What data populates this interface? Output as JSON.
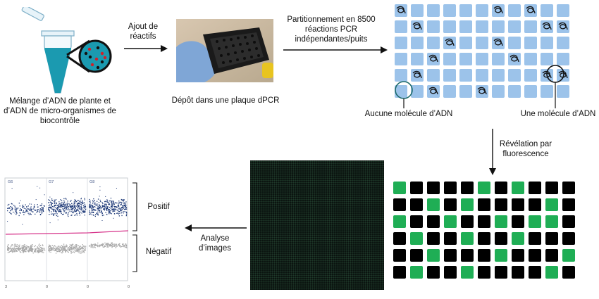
{
  "step1": {
    "caption": "Mélange d’ADN de plante et d’ADN de micro-organismes de biocontrôle"
  },
  "arrow1": {
    "label": "Ajout de réactifs"
  },
  "step2": {
    "caption": "Dépôt dans une plaque dPCR"
  },
  "arrow2": {
    "label": "Partitionnement en 8500 réactions PCR indépendantes/puits"
  },
  "partition": {
    "rows": 6,
    "cols": 11,
    "annotations": {
      "empty": "Aucune molécule d’ADN",
      "single": "Une molécule d’ADN"
    }
  },
  "arrow3": {
    "label": "Révélation par fluorescence"
  },
  "fluor": {
    "rows": 6,
    "cols": 11,
    "positive_color": "#1fae55",
    "negative_color": "#000000"
  },
  "arrow4": {
    "label": "Analyse d’images"
  },
  "scatter": {
    "panels": [
      "G6",
      "G7",
      "G8"
    ],
    "x_ticks": [
      "3",
      "0",
      "0",
      "0"
    ],
    "labels": {
      "positive": "Positif",
      "negative": "Négatif"
    },
    "colors": {
      "positive": "#1f3a78",
      "negative": "#a6a6a6",
      "threshold": "#d6338a"
    }
  }
}
